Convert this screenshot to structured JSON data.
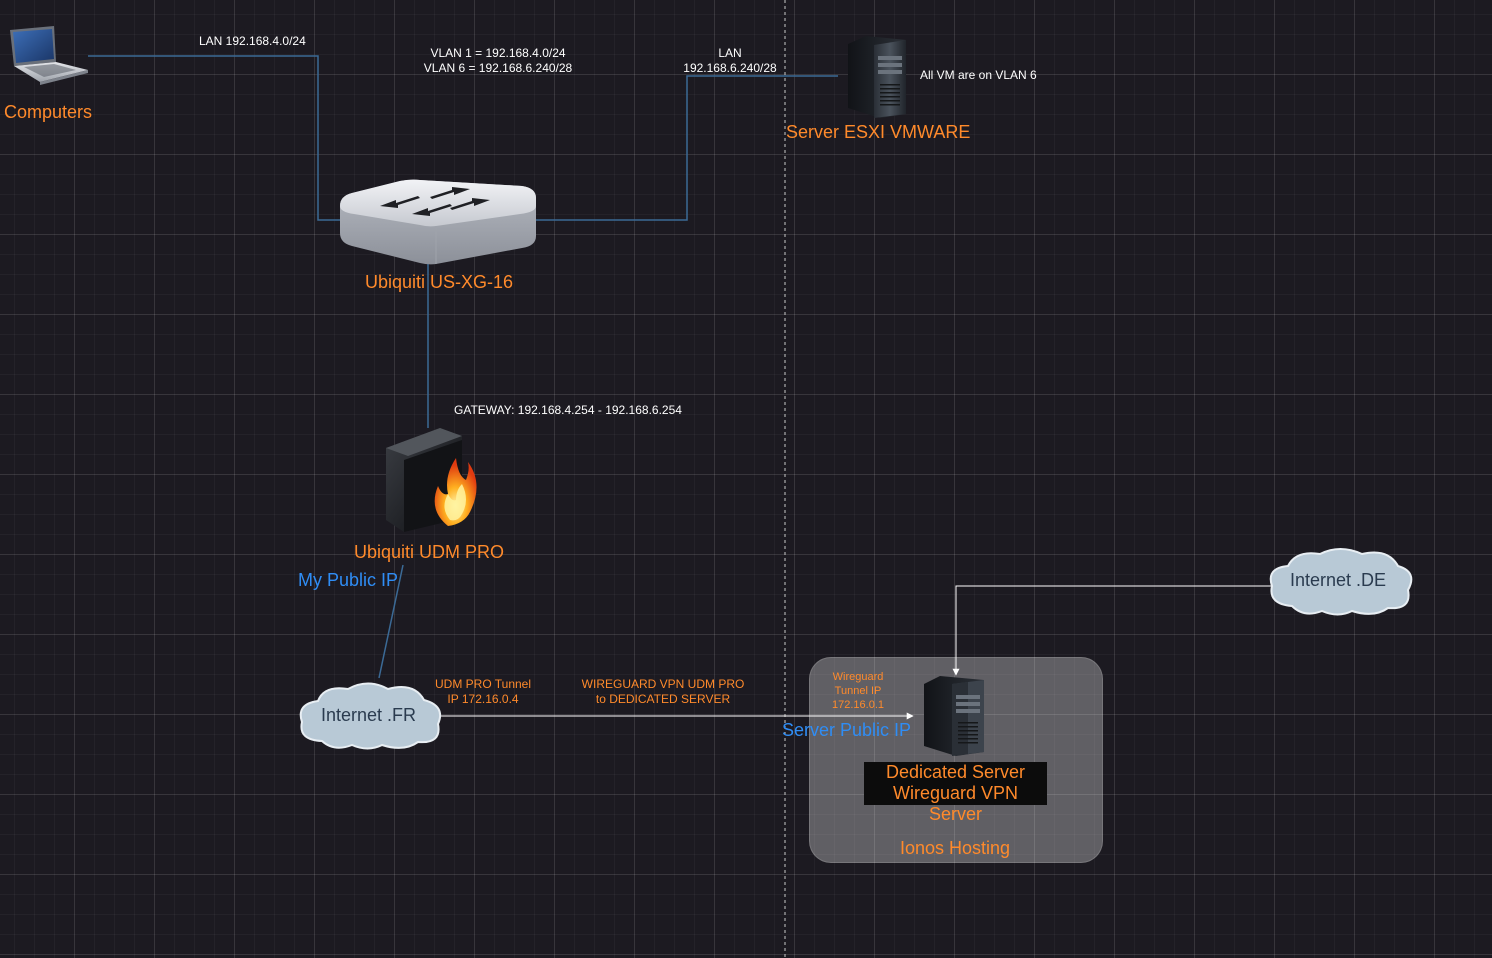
{
  "nodes": {
    "computers": {
      "label": "Computers"
    },
    "switch": {
      "label": "Ubiquiti US-XG-16"
    },
    "esxi": {
      "label": "Server ESXI VMWARE",
      "note": "All VM are on VLAN 6"
    },
    "udm": {
      "label": "Ubiquiti UDM PRO",
      "public_ip": "My Public IP"
    },
    "internet_fr": {
      "label": "Internet .FR"
    },
    "internet_de": {
      "label": "Internet .DE"
    },
    "dedicated": {
      "line1": "Dedicated Server",
      "line2": "Wireguard VPN Server",
      "public_ip": "Server Public IP",
      "tunnel_line1": "Wireguard",
      "tunnel_line2": "Tunnel IP",
      "tunnel_line3": "172.16.0.1"
    },
    "hosting": {
      "label": "Ionos Hosting"
    }
  },
  "edges": {
    "computers_switch": {
      "label": "LAN 192.168.4.0/24"
    },
    "vlans": {
      "line1": "VLAN 1 = 192.168.4.0/24",
      "line2": "VLAN 6 = 192.168.6.240/28"
    },
    "switch_esxi": {
      "line1": "LAN",
      "line2": "192.168.6.240/28"
    },
    "gateway": {
      "label": "GATEWAY: 192.168.4.254 - 192.168.6.254"
    },
    "udm_tunnel": {
      "line1": "UDM PRO Tunnel",
      "line2": "IP 172.16.0.4"
    },
    "vpn": {
      "line1": "WIREGUARD VPN UDM PRO",
      "line2": "to DEDICATED SERVER"
    }
  },
  "colors": {
    "background": "#1c1a21",
    "label_orange": "#ff8a2b",
    "label_blue": "#2f8df5",
    "edge_blue": "#3b6a96",
    "edge_white": "#ffffff",
    "cloud_fill": "#b8c9d6"
  }
}
